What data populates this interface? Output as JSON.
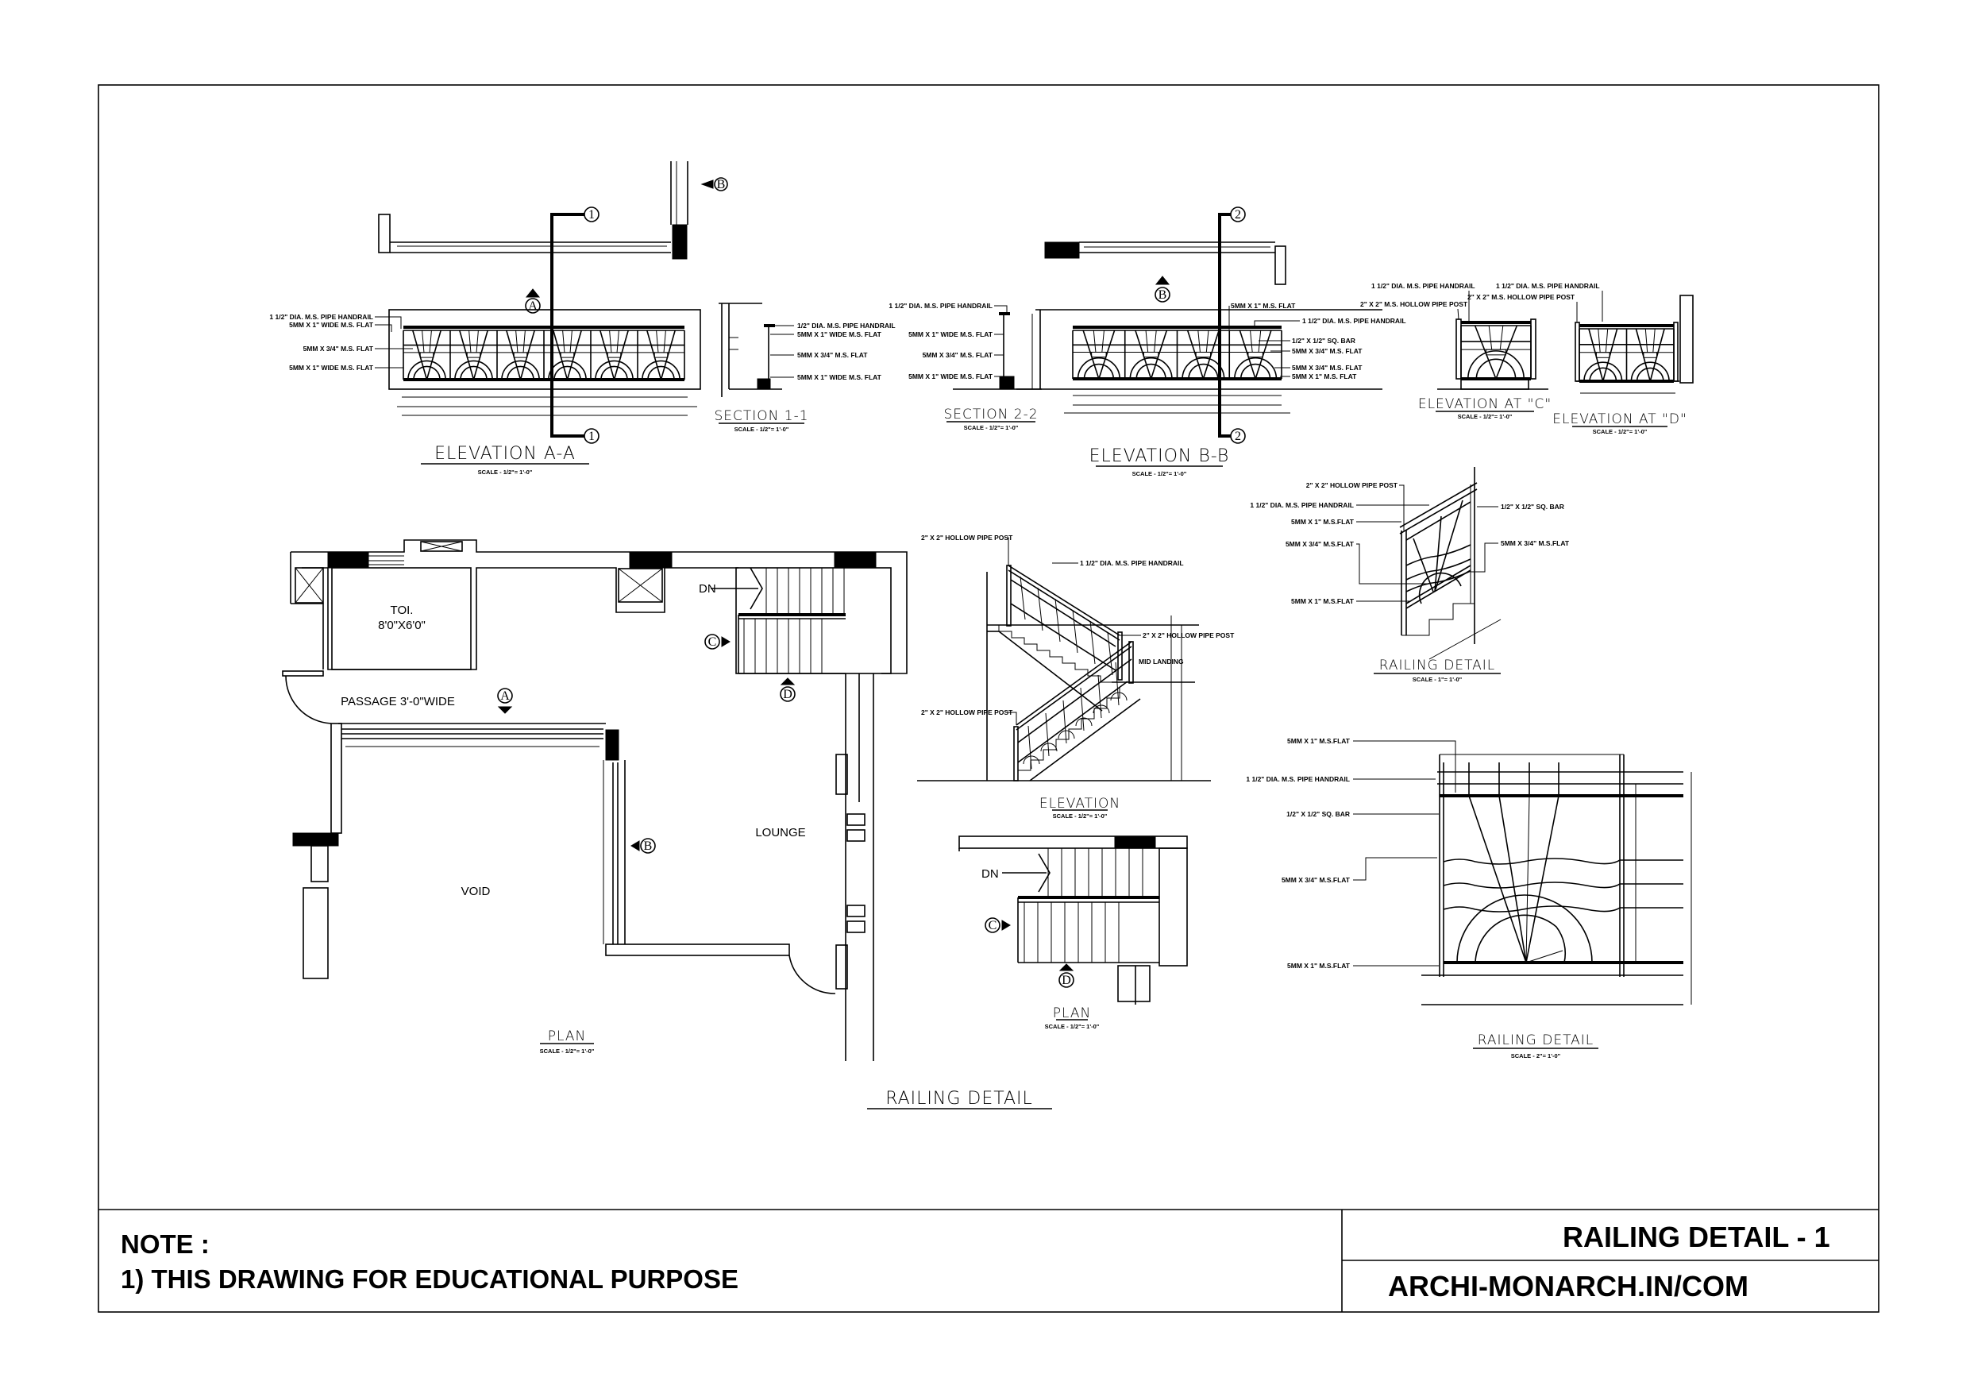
{
  "sheet": {
    "title": "RAILING DETAIL"
  },
  "title_block": {
    "note_heading": "NOTE :",
    "note_1": "1) THIS DRAWING FOR EDUCATIONAL PURPOSE",
    "drawing_title": "RAILING DETAIL - 1",
    "website": "ARCHI-MONARCH.IN/COM"
  },
  "views": {
    "elevation_aa": {
      "title": "ELEVATION A-A",
      "scale": "SCALE - 1/2\"= 1'-0\"",
      "markers": {
        "section": "A",
        "cut": "1",
        "ref": "B"
      },
      "callouts": [
        "1 1/2\" DIA. M.S. PIPE HANDRAIL",
        "5MM X 1\" WIDE M.S. FLAT",
        "5MM X 3/4\" M.S. FLAT",
        "5MM X 1\" WIDE M.S. FLAT"
      ]
    },
    "section_11": {
      "title": "SECTION 1-1",
      "scale": "SCALE - 1/2\"= 1'-0\"",
      "callouts": [
        "1/2\" DIA. M.S. PIPE HANDRAIL",
        "5MM X 1\" WIDE M.S. FLAT",
        "5MM X 3/4\" M.S. FLAT",
        "5MM X 1\" WIDE M.S. FLAT"
      ]
    },
    "section_22": {
      "title": "SECTION 2-2",
      "scale": "SCALE - 1/2\"= 1'-0\"",
      "callouts": [
        "1 1/2\" DIA. M.S. PIPE HANDRAIL",
        "5MM X 1\" WIDE M.S. FLAT",
        "5MM X 3/4\" M.S. FLAT",
        "5MM X 1\" WIDE M.S. FLAT"
      ]
    },
    "elevation_bb": {
      "title": "ELEVATION B-B",
      "scale": "SCALE - 1/2\"= 1'-0\"",
      "markers": {
        "section": "B",
        "cut": "2"
      },
      "callouts": [
        "5MM X 1\" M.S. FLAT",
        "1 1/2\" DIA. M.S. PIPE HANDRAIL",
        "1/2\" X 1/2\" SQ. BAR",
        "5MM X 3/4\" M.S. FLAT",
        "5MM X 3/4\" M.S. FLAT",
        "5MM X 1\" M.S. FLAT"
      ]
    },
    "elevation_c": {
      "title": "ELEVATION AT \"C\"",
      "scale": "SCALE - 1/2\"= 1'-0\"",
      "callouts": [
        "1 1/2\" DIA. M.S. PIPE HANDRAIL",
        "2\" X 2\" M.S. HOLLOW PIPE POST"
      ]
    },
    "elevation_d": {
      "title": "ELEVATION AT \"D\"",
      "scale": "SCALE - 1/2\"= 1'-0\"",
      "callouts": [
        "1 1/2\" DIA. M.S. PIPE HANDRAIL",
        "2\" X 2\" M.S. HOLLOW PIPE POST"
      ]
    },
    "railing_detail_1": {
      "title": "RAILING DETAIL",
      "scale": "SCALE - 1\"= 1'-0\"",
      "callouts": [
        "2\" X 2\" HOLLOW PIPE POST",
        "1 1/2\" DIA. M.S. PIPE HANDRAIL",
        "5MM X 1\" M.S.FLAT",
        "5MM X 3/4\" M.S.FLAT",
        "5MM X 1\" M.S.FLAT",
        "1/2\" X 1/2\" SQ. BAR",
        "5MM X 3/4\" M.S.FLAT"
      ]
    },
    "stair_elevation": {
      "title": "ELEVATION",
      "scale": "SCALE - 1/2\"= 1'-0\"",
      "callouts": [
        "2\" X 2\" HOLLOW PIPE POST",
        "1 1/2\" DIA. M.S. PIPE HANDRAIL",
        "2\" X 2\" HOLLOW PIPE POST",
        "MID LANDING",
        "2\" X 2\" HOLLOW PIPE POST"
      ]
    },
    "stair_plan": {
      "title": "PLAN",
      "scale": "SCALE - 1/2\"= 1'-0\"",
      "dn": "DN",
      "markers": {
        "c": "C",
        "d": "D"
      }
    },
    "railing_detail_2": {
      "title": "RAILING DETAIL",
      "scale": "SCALE - 2\"= 1'-0\"",
      "callouts": [
        "5MM X 1\" M.S.FLAT",
        "1 1/2\" DIA. M.S. PIPE HANDRAIL",
        "1/2\" X 1/2\" SQ. BAR",
        "5MM X 3/4\" M.S.FLAT",
        "5MM X 1\" M.S.FLAT"
      ]
    },
    "plan": {
      "title": "PLAN",
      "scale": "SCALE - 1/2\"= 1'-0\"",
      "toilet": "TOI.",
      "toilet_size": "8'0\"X6'0\"",
      "passage": "PASSAGE 3'-0\"WIDE",
      "void": "VOID",
      "lounge": "LOUNGE",
      "dn": "DN",
      "markers": {
        "a": "A",
        "b": "B",
        "c": "C",
        "d": "D"
      }
    }
  }
}
